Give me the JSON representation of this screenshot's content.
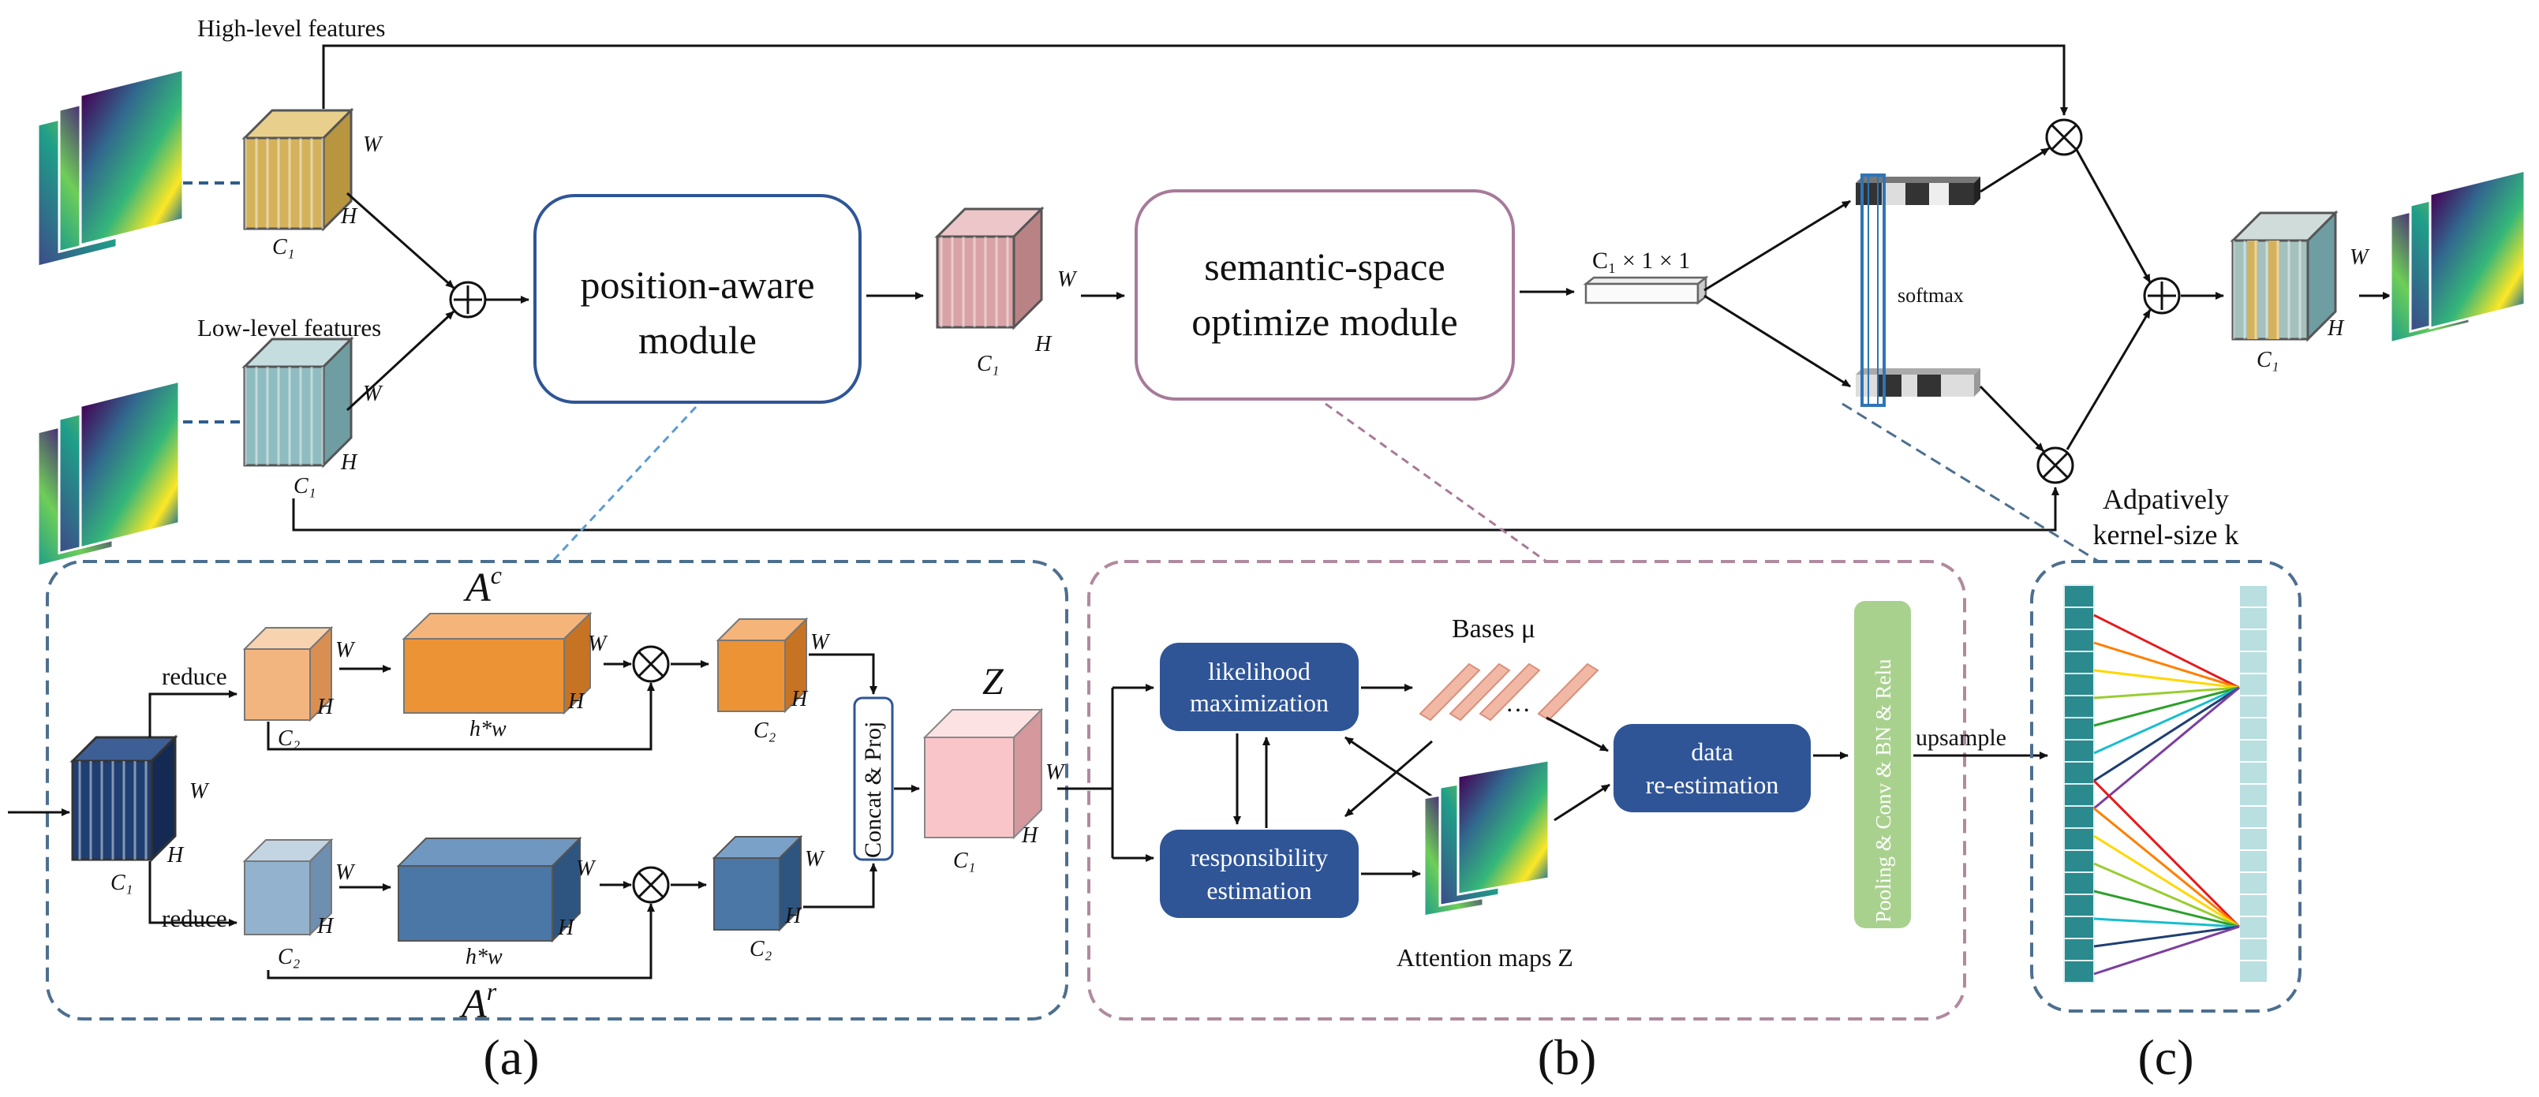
{
  "top": {
    "high_level": "High-level features",
    "low_level": "Low-level features",
    "position_module": [
      "position-aware",
      "module"
    ],
    "semantic_module": [
      "semantic-space",
      "optimize module"
    ],
    "vector_dim": "C₁ × 1 × 1",
    "softmax": "softmax",
    "dim_w": "W",
    "dim_h": "H",
    "dim_c1": "C₁",
    "dim_c2": "C₂"
  },
  "panel_a": {
    "label": "(a)",
    "reduce": "reduce",
    "ac_base": "A",
    "ac_sup": "c",
    "ar_base": "A",
    "ar_sup": "r",
    "hw": "h*w",
    "concat": "Concat & Proj",
    "z": "Z"
  },
  "panel_b": {
    "label": "(b)",
    "likelihood": [
      "likelihood",
      "maximization"
    ],
    "responsibility": [
      "responsibility",
      "estimation"
    ],
    "bases": "Bases μ",
    "ellipsis": "…",
    "data_reest": [
      "data",
      "re-estimation"
    ],
    "attention": "Attention maps Z",
    "pooling": "Pooling & Conv & BN & Relu",
    "upsample": "upsample"
  },
  "panel_c": {
    "label": "(c)",
    "title": [
      "Adpatively",
      "kernel-size k"
    ]
  },
  "colors": {
    "gold": "#d4b25c",
    "teal": "#8fbcc0",
    "pink": "#d9a3a6",
    "navy": "#1f3f73",
    "orange": "#ec9336",
    "peach": "#f2b57f",
    "steel": "#4a77a5",
    "light_steel": "#93b2cd",
    "btn_blue": "#2f5597",
    "green": "#a9d18e",
    "panel_border_blue": "#4d6f8f",
    "panel_border_pink": "#b08a9e",
    "box_border_blue": "#2f5597",
    "box_border_pink": "#a77a99"
  }
}
